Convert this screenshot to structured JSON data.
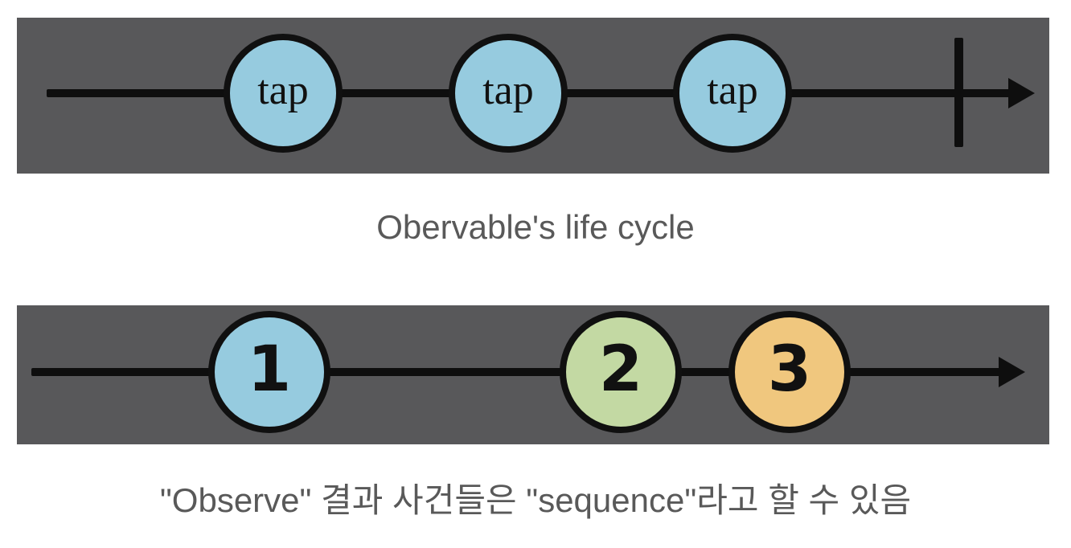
{
  "page": {
    "background_color": "#ffffff",
    "banner_color": "#58585a",
    "stroke_color": "#0e0e0e",
    "caption_color": "#595959"
  },
  "diagram_top": {
    "name": "observable-life-cycle-marble-diagram",
    "caption": "Obervable's life cycle",
    "timeline_icon": "right-arrow-timeline",
    "terminal_icon": "completion-vertical-bar",
    "events": [
      {
        "label": "tap",
        "fill": "#96cbdf"
      },
      {
        "label": "tap",
        "fill": "#96cbdf"
      },
      {
        "label": "tap",
        "fill": "#96cbdf"
      }
    ]
  },
  "diagram_bottom": {
    "name": "sequence-marble-diagram",
    "caption": "\"Observe\" 결과 사건들은 \"sequence\"라고 할 수 있음",
    "timeline_icon": "right-arrow-timeline",
    "events": [
      {
        "label": "1",
        "fill": "#96cbdf"
      },
      {
        "label": "2",
        "fill": "#c3d9a3"
      },
      {
        "label": "3",
        "fill": "#f0c77e"
      }
    ]
  }
}
